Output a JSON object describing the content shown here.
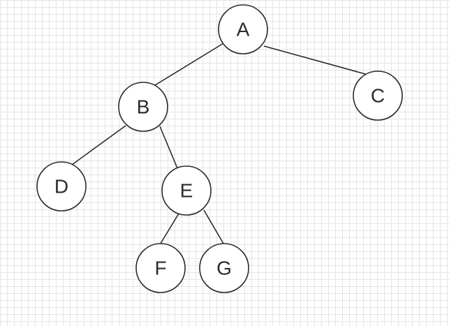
{
  "diagram": {
    "type": "binary-tree",
    "nodes": [
      {
        "id": "A",
        "label": "A"
      },
      {
        "id": "B",
        "label": "B"
      },
      {
        "id": "C",
        "label": "C"
      },
      {
        "id": "D",
        "label": "D"
      },
      {
        "id": "E",
        "label": "E"
      },
      {
        "id": "F",
        "label": "F"
      },
      {
        "id": "G",
        "label": "G"
      }
    ],
    "edges": [
      {
        "from": "A",
        "to": "B"
      },
      {
        "from": "A",
        "to": "C"
      },
      {
        "from": "B",
        "to": "D"
      },
      {
        "from": "B",
        "to": "E"
      },
      {
        "from": "E",
        "to": "F"
      },
      {
        "from": "E",
        "to": "G"
      }
    ]
  },
  "colors": {
    "stroke": "#2b2b2b",
    "node_fill": "#ffffff",
    "background": "#ffffff",
    "grid": "#e4e4e4"
  }
}
